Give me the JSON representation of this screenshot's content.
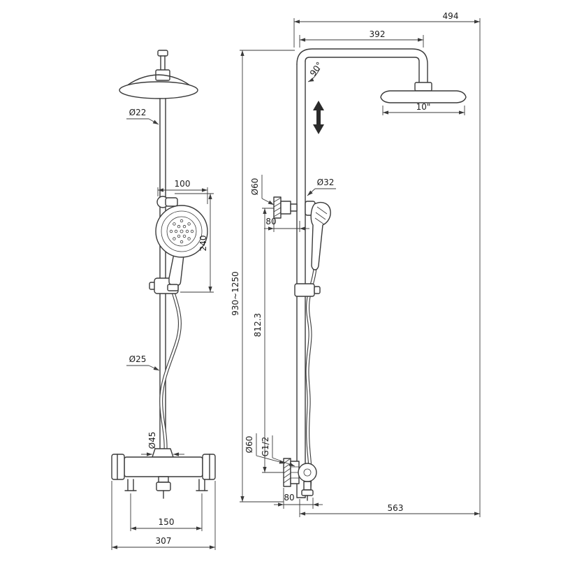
{
  "drawing": {
    "background": "#ffffff",
    "line_color": "#3a3a3a",
    "views": {
      "front": {
        "labels": {
          "head_pipe_dia": "Ø22",
          "holder_width": "100",
          "slide_span": "240",
          "riser_dia": "Ø25",
          "valve_connector_dia": "Ø45",
          "inlet_spacing": "150",
          "valve_width": "307"
        }
      },
      "side": {
        "labels": {
          "overall_reach": "494",
          "arm_length": "392",
          "bend_angle": "90°",
          "head_diameter": "10\"",
          "bracket_flange_dia": "Ø60",
          "riser_dia": "Ø32",
          "bracket_depth": "80",
          "height_range": "930~1250",
          "body_height": "812.3",
          "valve_flange_dia": "Ø60",
          "inlet_thread": "G1/2",
          "valve_depth": "80",
          "base_reach": "563"
        }
      }
    }
  }
}
